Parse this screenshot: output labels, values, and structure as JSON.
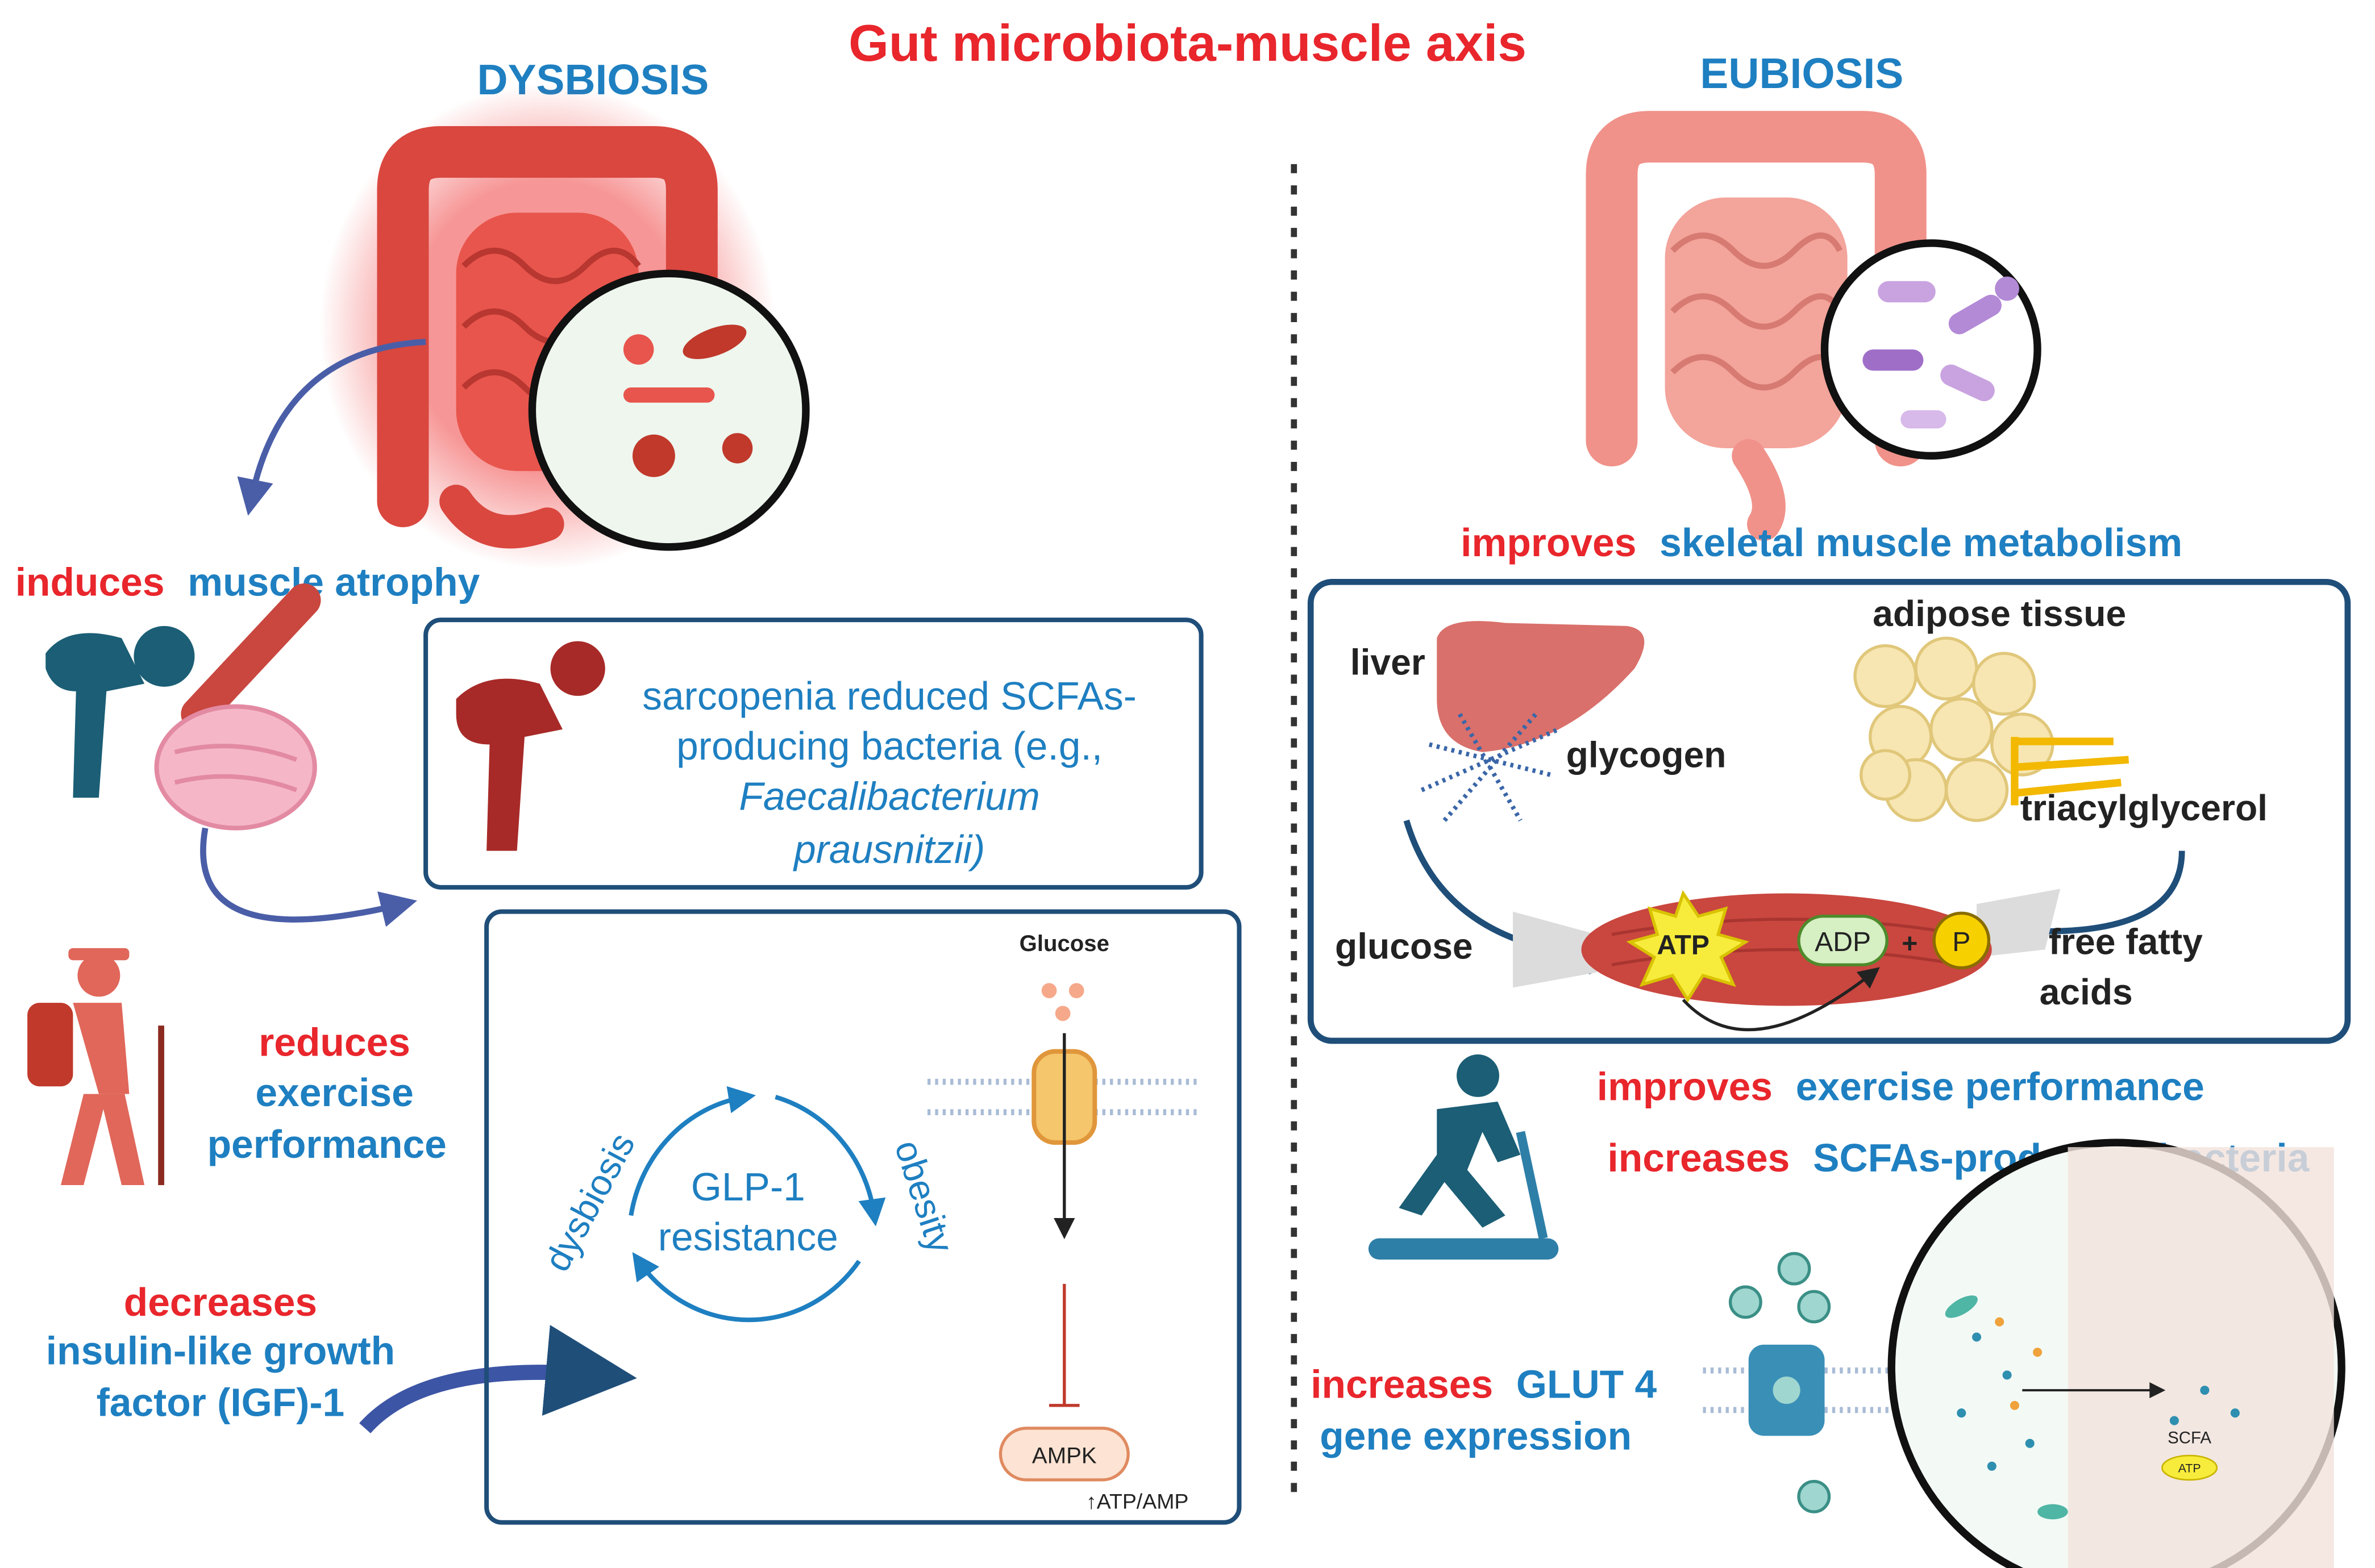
{
  "title": "Gut microbiota-muscle axis",
  "left": {
    "heading": "DYSBIOSIS",
    "atrophy": {
      "verb": "induces",
      "object": "muscle atrophy"
    },
    "sarcopenia": {
      "line1": "sarcopenia reduced SCFAs-",
      "line2": "producing bacteria (e.g.,",
      "line3": "Faecalibacterium",
      "line4": "prausnitzii)"
    },
    "exercise": {
      "verb": "reduces",
      "line1": "exercise",
      "line2": "performance"
    },
    "igf": {
      "verb": "decreases",
      "line1": "insulin-like growth",
      "line2": "factor (IGF)-1"
    },
    "glp": {
      "left_label": "dysbiosis",
      "right_label": "obesity",
      "center1": "GLP-1",
      "center2": "resistance",
      "glucose": "Glucose",
      "ampk": "AMPK",
      "atp_ratio": "↑ATP/AMP"
    }
  },
  "right": {
    "heading": "EUBIOSIS",
    "metabolism": {
      "verb": "improves",
      "object": "skeletal muscle metabolism"
    },
    "panel": {
      "liver": "liver",
      "glycogen": "glycogen",
      "adipose": "adipose tissue",
      "tag": "triacylglycerol",
      "glucose": "glucose",
      "atp": "ATP",
      "adp": "ADP",
      "plus": "+",
      "p": "P",
      "ffa1": "free fatty",
      "ffa2": "acids"
    },
    "exercise": {
      "verb": "improves",
      "object": "exercise performance"
    },
    "scfa": {
      "verb": "increases",
      "object": "SCFAs-producing bacteria"
    },
    "glut": {
      "verb": "increases",
      "object": "GLUT 4",
      "line2": "gene expression"
    },
    "inset": {
      "scfa": "SCFA",
      "atp": "ATP"
    }
  },
  "colors": {
    "red": "#e8262c",
    "blue": "#1e7fc1",
    "navy": "#1f4e79"
  }
}
